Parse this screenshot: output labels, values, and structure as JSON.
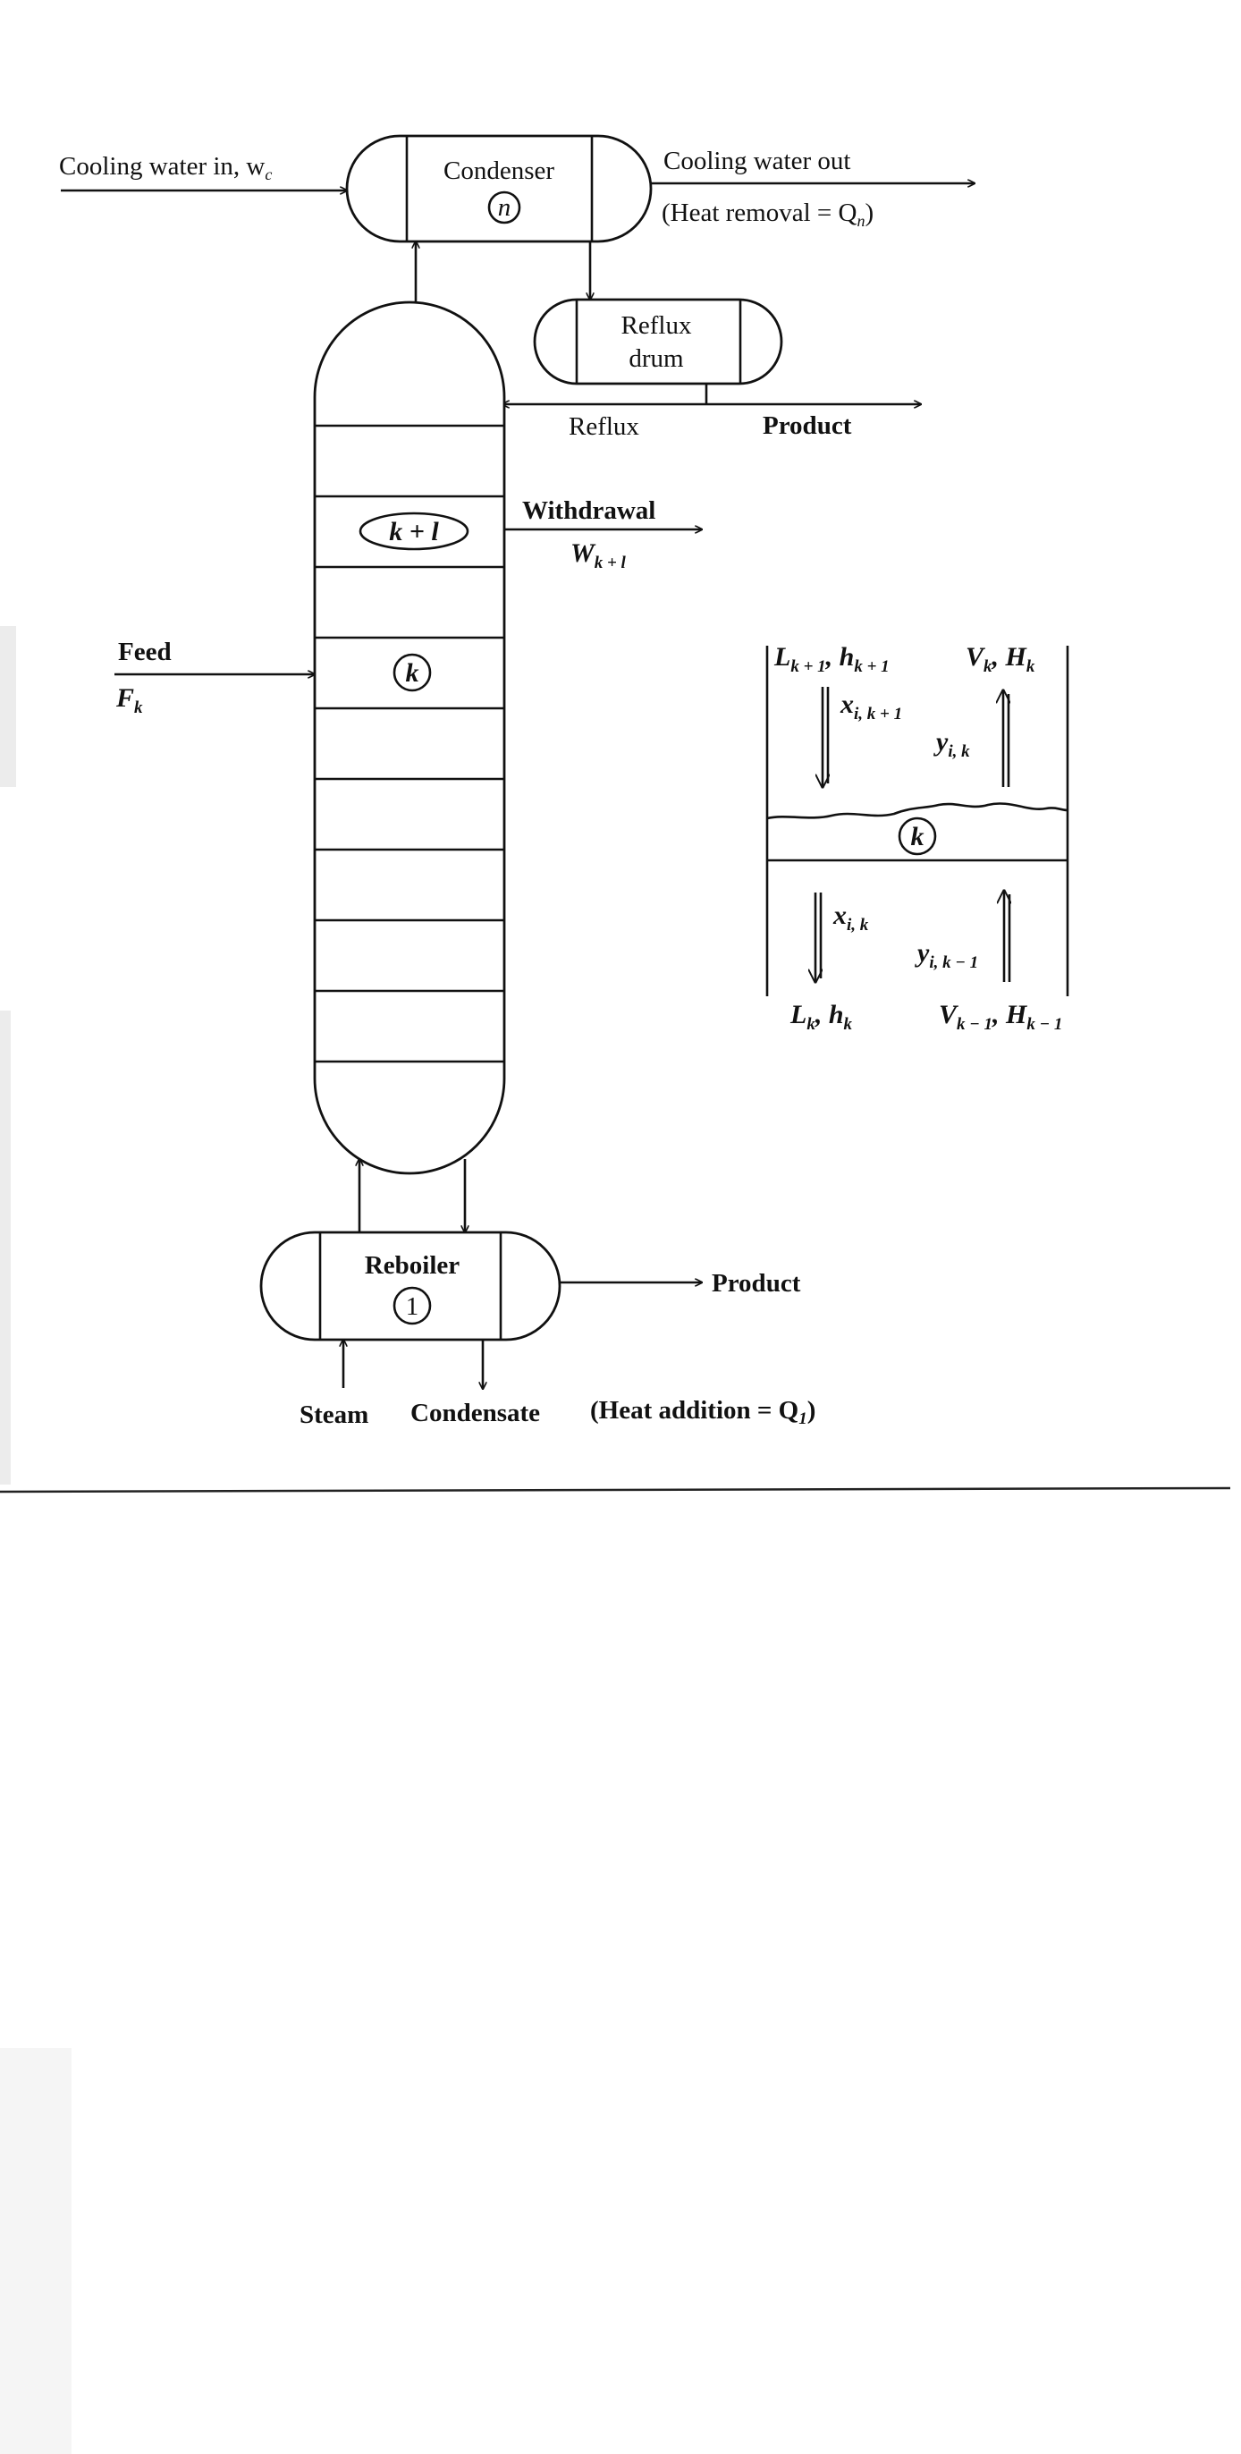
{
  "condenser": {
    "label": "Condenser",
    "stage": "n",
    "cooling_in": "Cooling water in, w",
    "cooling_in_sub": "c",
    "cooling_out": "Cooling water out",
    "heat_removal": "(Heat removal = Q",
    "heat_removal_sub": "n",
    "heat_removal_close": ")"
  },
  "reflux_drum": {
    "line1": "Reflux",
    "line2": "drum"
  },
  "top_streams": {
    "reflux": "Reflux",
    "product": "Product"
  },
  "column": {
    "stage_upper": "k + l",
    "stage_k": "k",
    "withdrawal": "Withdrawal",
    "withdrawal_sym": "W",
    "withdrawal_sub": "k + l",
    "feed": "Feed",
    "feed_sym": "F",
    "feed_sub": "k"
  },
  "reboiler": {
    "label": "Reboiler",
    "stage": "1",
    "product": "Product",
    "steam": "Steam",
    "condensate": "Condensate",
    "heat_addition": "(Heat addition = Q",
    "heat_addition_sub": "1",
    "heat_addition_close": ")"
  },
  "stage_detail": {
    "stage": "k",
    "L_in": "L",
    "L_in_sub": "k + 1",
    "h_in": ", h",
    "h_in_sub": "k + 1",
    "V_out": "V",
    "V_out_sub": "k",
    "H_out": ", H",
    "H_out_sub": "k",
    "x_in": "x",
    "x_in_sub": "i, k + 1",
    "y_out": "y",
    "y_out_sub": "i, k",
    "x_out": "x",
    "x_out_sub": "i, k",
    "y_in": "y",
    "y_in_sub": "i, k − 1",
    "L_out": "L",
    "L_out_sub": "k",
    "h_out": ", h",
    "h_out_sub": "k",
    "V_in": "V",
    "V_in_sub": "k − 1",
    "H_in": ", H",
    "H_in_sub": "k − 1"
  }
}
